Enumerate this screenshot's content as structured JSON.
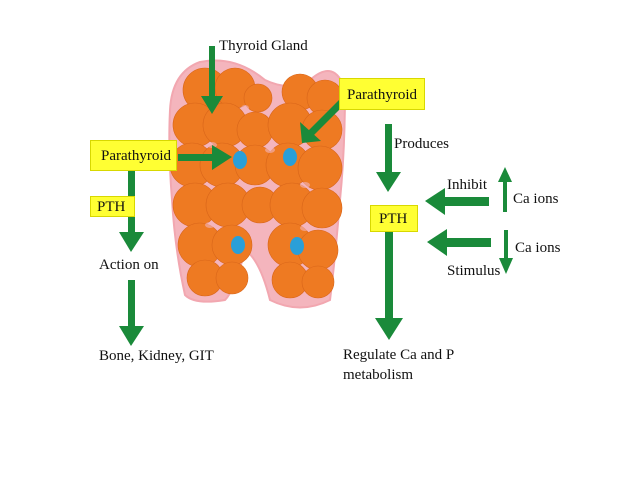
{
  "labels": {
    "thyroid_gland": "Thyroid Gland",
    "parathyroid_top": "Parathyroid",
    "parathyroid_left": "Parathyroid",
    "pth_left": "PTH",
    "action_on": "Action on",
    "targets": "Bone, Kidney, GIT",
    "produces": "Produces",
    "pth_center": "PTH",
    "inhibit": "Inhibit",
    "ca_ions_top": "Ca ions",
    "ca_ions_bottom": "Ca ions",
    "stimulus": "Stimulus",
    "regulate_line1": "Regulate Ca and P",
    "regulate_line2": "metabolism"
  },
  "colors": {
    "arrow": "#1a8a3a",
    "gland_fill": "#ee7a22",
    "gland_outline": "#f2a7b0",
    "parathyroid_dot": "#2a9fd8",
    "label_box": "#ffff33"
  },
  "icons": {
    "gland": "thyroid-gland-illustration",
    "arrow": "green-arrow",
    "dot": "parathyroid-dot"
  }
}
